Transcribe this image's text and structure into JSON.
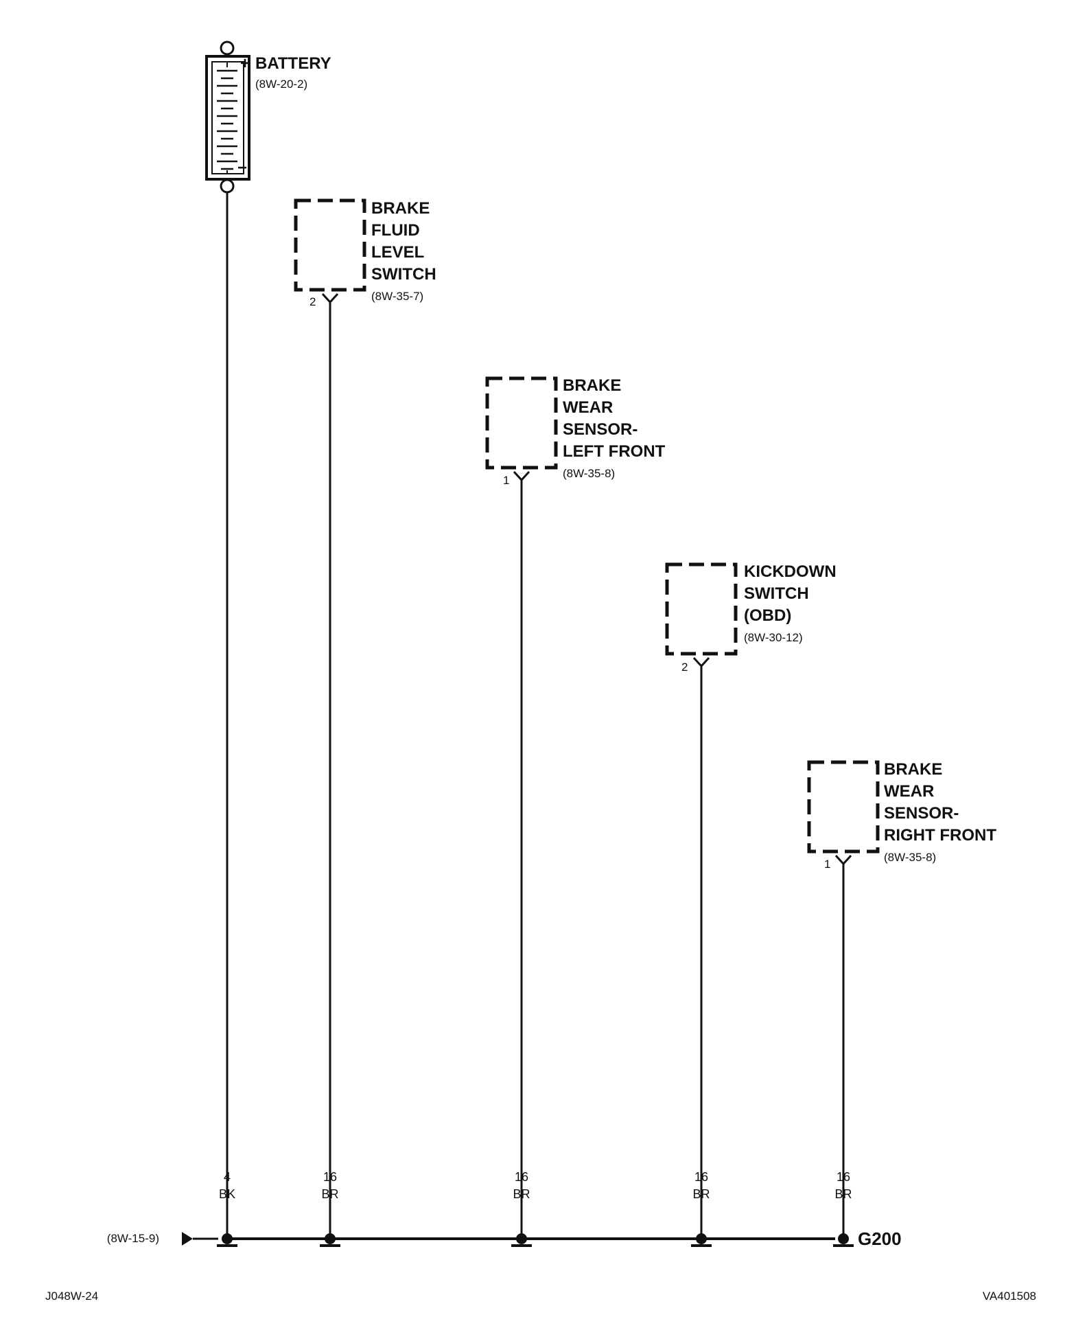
{
  "battery": {
    "title": "BATTERY",
    "ref": "(8W-20-2)",
    "plus": "+",
    "minus": "−",
    "gauge": "4",
    "color": "BK"
  },
  "components": [
    {
      "id": "brake-fluid-level-switch",
      "lines": [
        "BRAKE",
        "FLUID",
        "LEVEL",
        "SWITCH"
      ],
      "ref": "(8W-35-7)",
      "pin": "2",
      "gauge": "16",
      "color": "BR"
    },
    {
      "id": "brake-wear-sensor-left-front",
      "lines": [
        "BRAKE",
        "WEAR",
        "SENSOR-",
        "LEFT FRONT"
      ],
      "ref": "(8W-35-8)",
      "pin": "1",
      "gauge": "16",
      "color": "BR"
    },
    {
      "id": "kickdown-switch",
      "lines": [
        "KICKDOWN",
        "SWITCH",
        "(OBD)"
      ],
      "ref": "(8W-30-12)",
      "pin": "2",
      "gauge": "16",
      "color": "BR"
    },
    {
      "id": "brake-wear-sensor-right-front",
      "lines": [
        "BRAKE",
        "WEAR",
        "SENSOR-",
        "RIGHT FRONT"
      ],
      "ref": "(8W-35-8)",
      "pin": "1",
      "gauge": "16",
      "color": "BR"
    }
  ],
  "ground_bus": {
    "incoming_ref": "(8W-15-9)",
    "ground_label": "G200"
  },
  "footer": {
    "left_code": "J048W-24",
    "right_code": "VA401508"
  }
}
